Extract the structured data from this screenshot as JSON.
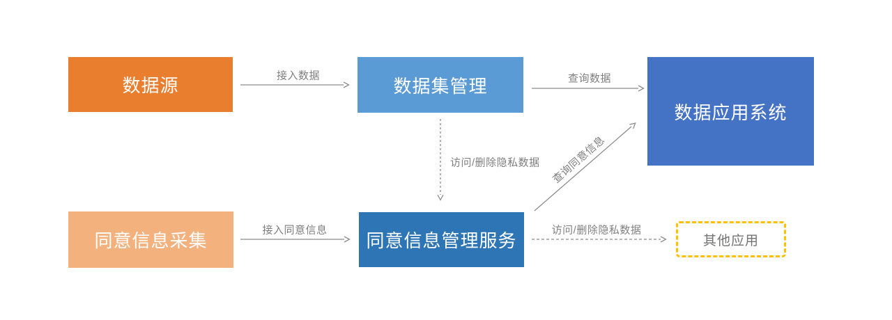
{
  "diagram": {
    "background": "#FFFFFF",
    "nodes": {
      "data_source": {
        "label": "数据源",
        "fill": "#EA7E2F",
        "text_color": "#FFFFFF",
        "shape": "rect"
      },
      "dataset_mgmt": {
        "label": "数据集管理",
        "fill": "#5B9BD5",
        "text_color": "#FFFFFF",
        "shape": "rect"
      },
      "data_app_system": {
        "label": "数据应用系统",
        "fill": "#4472C4",
        "text_color": "#FFFFFF",
        "shape": "rect"
      },
      "consent_collect": {
        "label": "同意信息采集",
        "fill": "#F3B17E",
        "text_color": "#FFFFFF",
        "shape": "rect"
      },
      "consent_mgmt": {
        "label": "同意信息管理服务",
        "fill": "#2E75B6",
        "text_color": "#FFFFFF",
        "shape": "rect"
      },
      "other_apps": {
        "label": "其他应用",
        "fill": "#FFFFFF",
        "border_color": "#FFC000",
        "border_style": "dashed",
        "text_color": "#737373",
        "shape": "dashed-rect"
      }
    },
    "edges": [
      {
        "id": "access-data",
        "label": "接入数据",
        "from": "data_source",
        "to": "dataset_mgmt",
        "style": "solid"
      },
      {
        "id": "query-data",
        "label": "查询数据",
        "from": "dataset_mgmt",
        "to": "data_app_system",
        "style": "solid"
      },
      {
        "id": "access-delete-private-mid",
        "label": "访问/删除隐私数据",
        "from": "dataset_mgmt",
        "to": "consent_mgmt",
        "style": "dashed"
      },
      {
        "id": "query-consent-info",
        "label": "查询同意信息",
        "from": "consent_mgmt",
        "to": "data_app_system",
        "style": "solid"
      },
      {
        "id": "access-consent-info",
        "label": "接入同意信息",
        "from": "consent_collect",
        "to": "consent_mgmt",
        "style": "solid"
      },
      {
        "id": "access-delete-private-right",
        "label": "访问/删除隐私数据",
        "from": "consent_mgmt",
        "to": "other_apps",
        "style": "dashed"
      }
    ],
    "colors": {
      "arrow": "#8C8C8C",
      "edge_label": "#7F7F7F",
      "accent_yellow": "#FFC000"
    }
  }
}
